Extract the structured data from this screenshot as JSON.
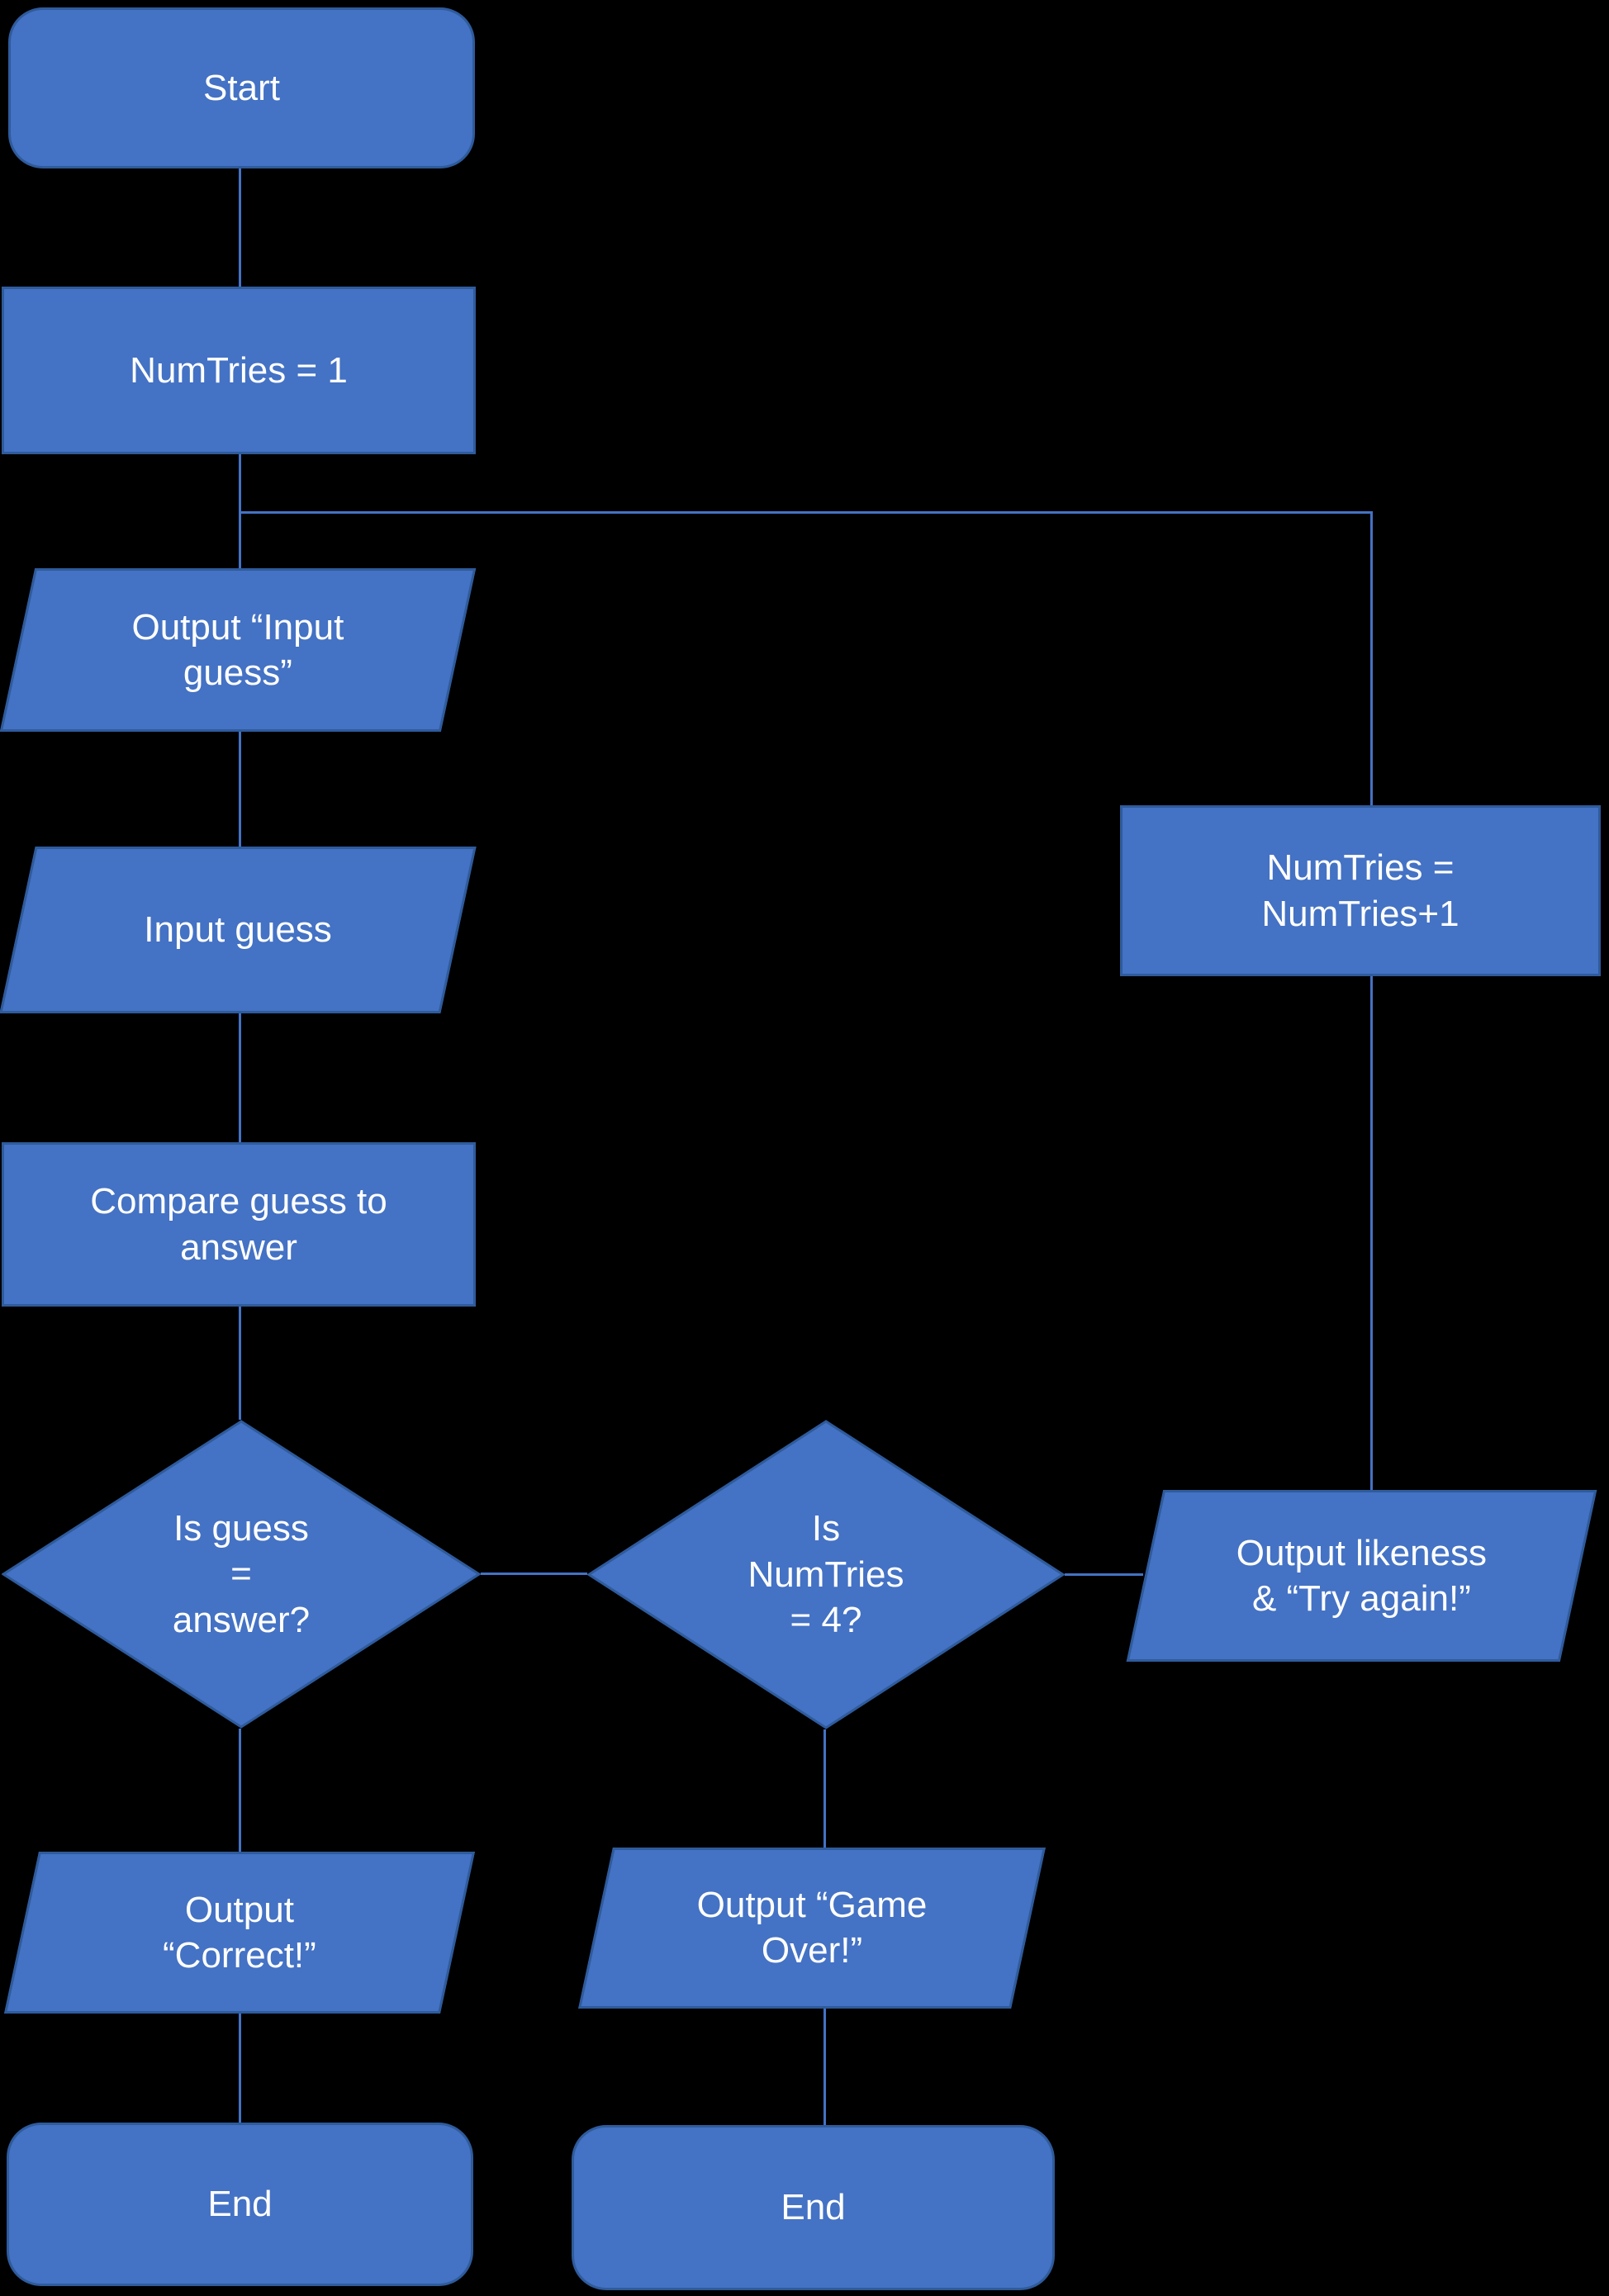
{
  "diagram": {
    "type": "flowchart",
    "background_color": "#000000",
    "shape_fill_color": "#4472C4",
    "shape_border_color": "#2F5B9B",
    "connector_color": "#4472C4",
    "text_color": "#FFFFFF",
    "nodes": {
      "start": {
        "shape": "terminator",
        "label": "Start"
      },
      "init": {
        "shape": "process",
        "label": "NumTries = 1"
      },
      "prompt": {
        "shape": "input-output",
        "label": "Output “Input\nguess”"
      },
      "input": {
        "shape": "input-output",
        "label": "Input guess"
      },
      "compare": {
        "shape": "process",
        "label": "Compare guess to\nanswer"
      },
      "decision_guess": {
        "shape": "decision",
        "label": "Is guess\n=\nanswer?"
      },
      "decision_tries": {
        "shape": "decision",
        "label": "Is\nNumTries\n= 4?"
      },
      "increment": {
        "shape": "process",
        "label": "NumTries =\nNumTries+1"
      },
      "feedback": {
        "shape": "input-output",
        "label": "Output likeness\n& “Try again!”"
      },
      "correct": {
        "shape": "input-output",
        "label": "Output\n“Correct!”"
      },
      "gameover": {
        "shape": "input-output",
        "label": "Output “Game\nOver!”"
      },
      "end_main": {
        "shape": "terminator",
        "label": "End"
      },
      "end_gameover": {
        "shape": "terminator",
        "label": "End"
      }
    },
    "edges": [
      {
        "from": "start",
        "to": "init"
      },
      {
        "from": "init",
        "to": "prompt"
      },
      {
        "from": "prompt",
        "to": "input"
      },
      {
        "from": "input",
        "to": "compare"
      },
      {
        "from": "compare",
        "to": "decision_guess"
      },
      {
        "from": "decision_guess",
        "to": "correct"
      },
      {
        "from": "decision_guess",
        "to": "decision_tries"
      },
      {
        "from": "correct",
        "to": "end_main"
      },
      {
        "from": "decision_tries",
        "to": "gameover"
      },
      {
        "from": "decision_tries",
        "to": "feedback"
      },
      {
        "from": "gameover",
        "to": "end_gameover"
      },
      {
        "from": "feedback",
        "to": "increment"
      },
      {
        "from": "increment",
        "to": "prompt"
      }
    ]
  }
}
